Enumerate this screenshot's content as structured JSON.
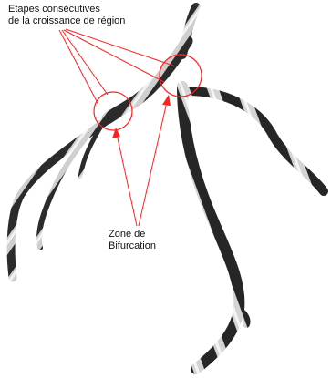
{
  "annotations": {
    "steps_label": {
      "line1": "Etapes consécutives",
      "line2": "de la croissance de région"
    },
    "bifurcation_label": {
      "line1": "Zone de",
      "line2": "Bifurcation"
    }
  },
  "colors": {
    "arrow": "#ff2020",
    "vessel_dark": "#2b2b2b",
    "vessel_light": "#cfcfcf",
    "text": "#111111",
    "background": "#ffffff"
  }
}
